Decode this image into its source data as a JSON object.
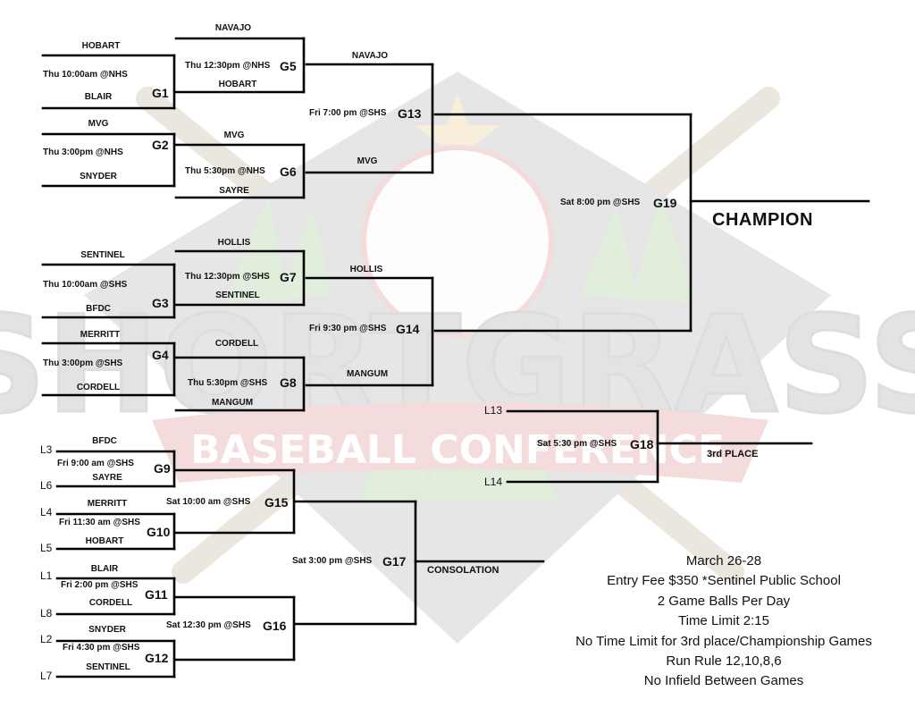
{
  "teams": {
    "g1_top": "HOBART",
    "g1_bot": "BLAIR",
    "g2_top": "MVG",
    "g2_bot": "SNYDER",
    "g3_top": "SENTINEL",
    "g3_bot": "BFDC",
    "g4_top": "MERRITT",
    "g4_bot": "CORDELL",
    "g5_top": "NAVAJO",
    "g5_bot": "HOBART",
    "g6_top": "MVG",
    "g6_bot": "SAYRE",
    "g7_top": "HOLLIS",
    "g7_bot": "SENTINEL",
    "g8_top": "CORDELL",
    "g8_bot": "MANGUM",
    "g13_top": "NAVAJO",
    "g13_bot": "MVG",
    "g14_top": "HOLLIS",
    "g14_bot": "MANGUM",
    "g9_top": "BFDC",
    "g9_bot": "SAYRE",
    "g10_top": "MERRITT",
    "g10_bot": "HOBART",
    "g11_top": "BLAIR",
    "g11_bot": "CORDELL",
    "g12_top": "SNYDER",
    "g12_bot": "SENTINEL"
  },
  "games": {
    "g1": {
      "label": "G1",
      "time": "Thu 10:00am @NHS"
    },
    "g2": {
      "label": "G2",
      "time": "Thu 3:00pm @NHS"
    },
    "g3": {
      "label": "G3",
      "time": "Thu 10:00am @SHS"
    },
    "g4": {
      "label": "G4",
      "time": "Thu 3:00pm @SHS"
    },
    "g5": {
      "label": "G5",
      "time": "Thu 12:30pm @NHS"
    },
    "g6": {
      "label": "G6",
      "time": "Thu 5:30pm @NHS"
    },
    "g7": {
      "label": "G7",
      "time": "Thu 12:30pm @SHS"
    },
    "g8": {
      "label": "G8",
      "time": "Thu 5:30pm @SHS"
    },
    "g9": {
      "label": "G9",
      "time": "Fri 9:00 am @SHS"
    },
    "g10": {
      "label": "G10",
      "time": "Fri 11:30 am @SHS"
    },
    "g11": {
      "label": "G11",
      "time": "Fri 2:00 pm @SHS"
    },
    "g12": {
      "label": "G12",
      "time": "Fri 4:30 pm @SHS"
    },
    "g13": {
      "label": "G13",
      "time": "Fri 7:00 pm @SHS"
    },
    "g14": {
      "label": "G14",
      "time": "Fri 9:30 pm @SHS"
    },
    "g15": {
      "label": "G15",
      "time": "Sat 10:00 am @SHS"
    },
    "g16": {
      "label": "G16",
      "time": "Sat 12:30 pm @SHS"
    },
    "g17": {
      "label": "G17",
      "time": "Sat 3:00 pm @SHS"
    },
    "g18": {
      "label": "G18",
      "time": "Sat 5:30 pm @SHS"
    },
    "g19": {
      "label": "G19",
      "time": "Sat 8:00 pm @SHS"
    }
  },
  "losers": {
    "l1": "L1",
    "l2": "L2",
    "l3": "L3",
    "l4": "L4",
    "l5": "L5",
    "l6": "L6",
    "l7": "L7",
    "l8": "L8",
    "l13": "L13",
    "l14": "L14"
  },
  "titles": {
    "champion": "CHAMPION",
    "third_place": "3rd PLACE",
    "consolation": "CONSOLATION"
  },
  "notes": [
    "March 26-28",
    "Entry Fee $350 *Sentinel Public School",
    "2 Game Balls Per Day",
    "Time Limit 2:15",
    "No Time Limit for 3rd place/Championship Games",
    "Run Rule 12,10,8,6",
    "No Infield Between Games"
  ],
  "logo": {
    "text_main": "SHORTGRASS",
    "text_sub": "BASEBALL CONFERENCE",
    "color_red": "#c0272d",
    "color_gray": "#5a5a5a",
    "color_grass": "#4f9a2e",
    "color_gold": "#d9a227"
  }
}
